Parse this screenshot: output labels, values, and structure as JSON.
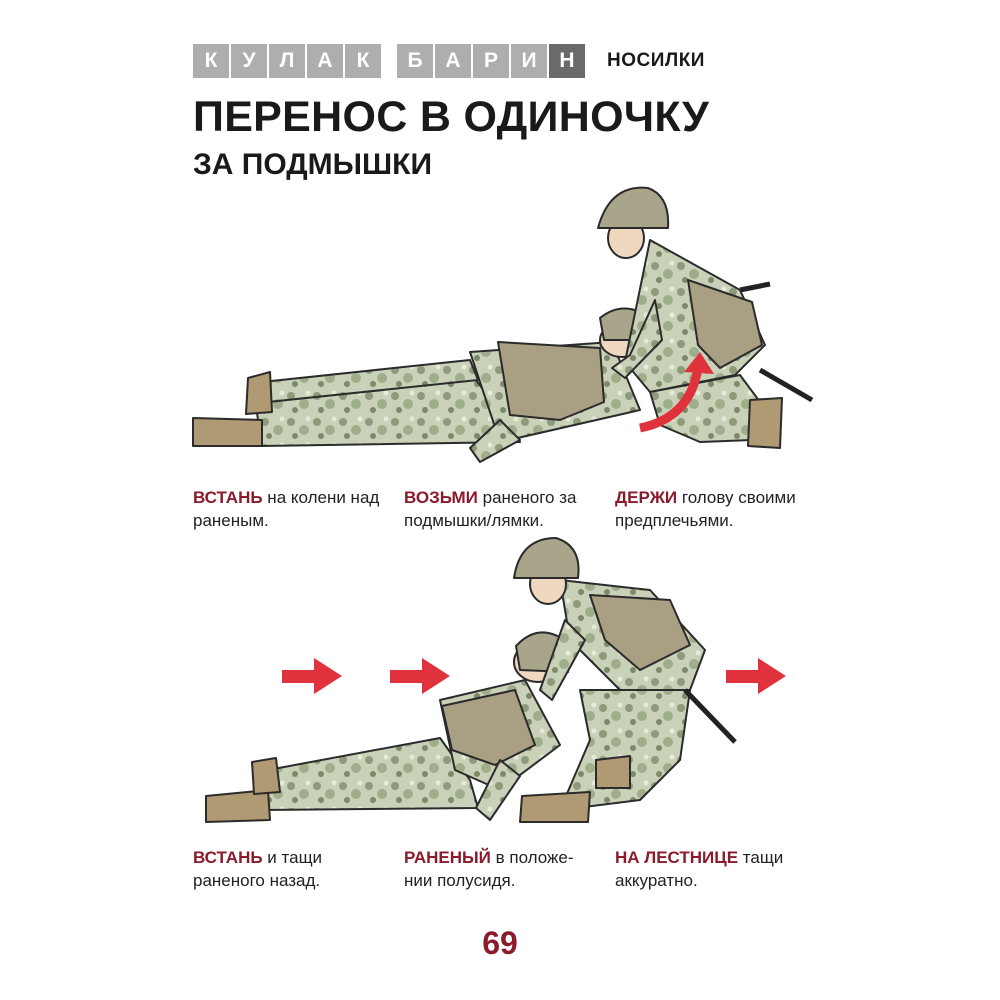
{
  "header": {
    "tiles_word1": [
      "К",
      "У",
      "Л",
      "А",
      "К"
    ],
    "tiles_word2": [
      "Б",
      "А",
      "Р",
      "И",
      "Н"
    ],
    "section": "НОСИЛКИ"
  },
  "title": "ПЕРЕНОС В ОДИНОЧКУ",
  "subtitle": "ЗА ПОДМЫШКИ",
  "captions_row1": [
    {
      "keyword": "ВСТАНЬ",
      "rest": " на колени над раненым."
    },
    {
      "keyword": "ВОЗЬМИ",
      "rest": " раненого за подмышки/лямки."
    },
    {
      "keyword": "ДЕРЖИ",
      "rest": " голову своими предплечьями."
    }
  ],
  "captions_row2": [
    {
      "keyword": "ВСТАНЬ",
      "rest": " и тащи раненого назад."
    },
    {
      "keyword": "РАНЕНЫЙ",
      "rest": " в положе-нии полусидя."
    },
    {
      "keyword": "НА ЛЕСТНИЦЕ",
      "rest": " тащи аккуратно."
    }
  ],
  "page_number": "69",
  "colors": {
    "accent": "#8b1a2b",
    "arrow": "#e0323c",
    "camo_base": "#c9d1b8",
    "camo_spot": "#8e9a7a",
    "gear": "#a99f82",
    "helmet": "#a8a58a",
    "boot": "#b09a74",
    "tile": "#aeaeae",
    "tile_dark": "#6a6a6a"
  },
  "icons": [
    "right-arrow-icon",
    "curved-arrow-icon"
  ]
}
